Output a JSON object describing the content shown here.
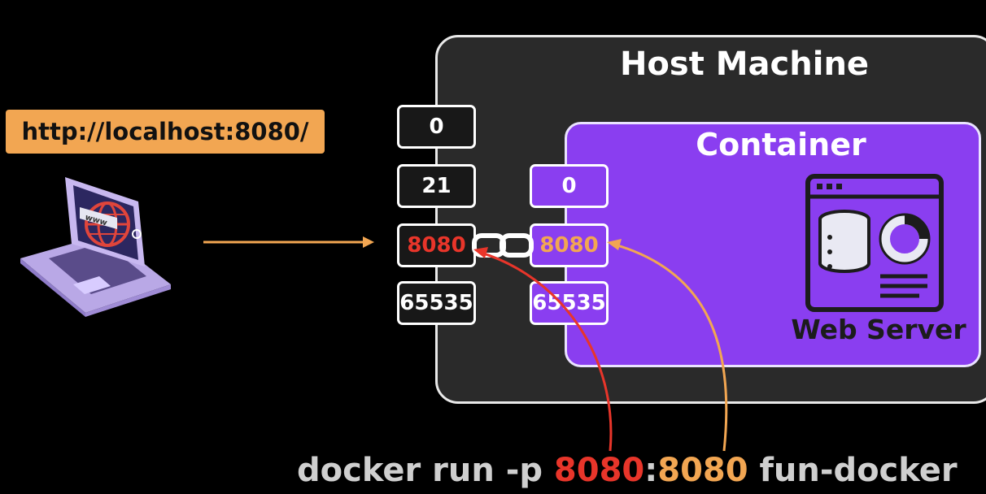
{
  "url_label": "http://localhost:8080/",
  "laptop": {
    "screen_text": "www"
  },
  "host": {
    "title": "Host Machine",
    "ports": [
      "0",
      "21",
      "8080",
      "65535"
    ]
  },
  "container": {
    "title": "Container",
    "ports": [
      "0",
      "8080",
      "65535"
    ],
    "web_server_label": "Web Server"
  },
  "command": {
    "prefix": "docker run -p ",
    "host_port": "8080",
    "separator": ":",
    "container_port": "8080",
    "suffix": " fun-docker"
  },
  "colors": {
    "host_port_highlight": "#e8352a",
    "container_port_highlight": "#f2a652",
    "container_bg": "#8a3ef0",
    "url_label_bg": "#f2a652"
  }
}
